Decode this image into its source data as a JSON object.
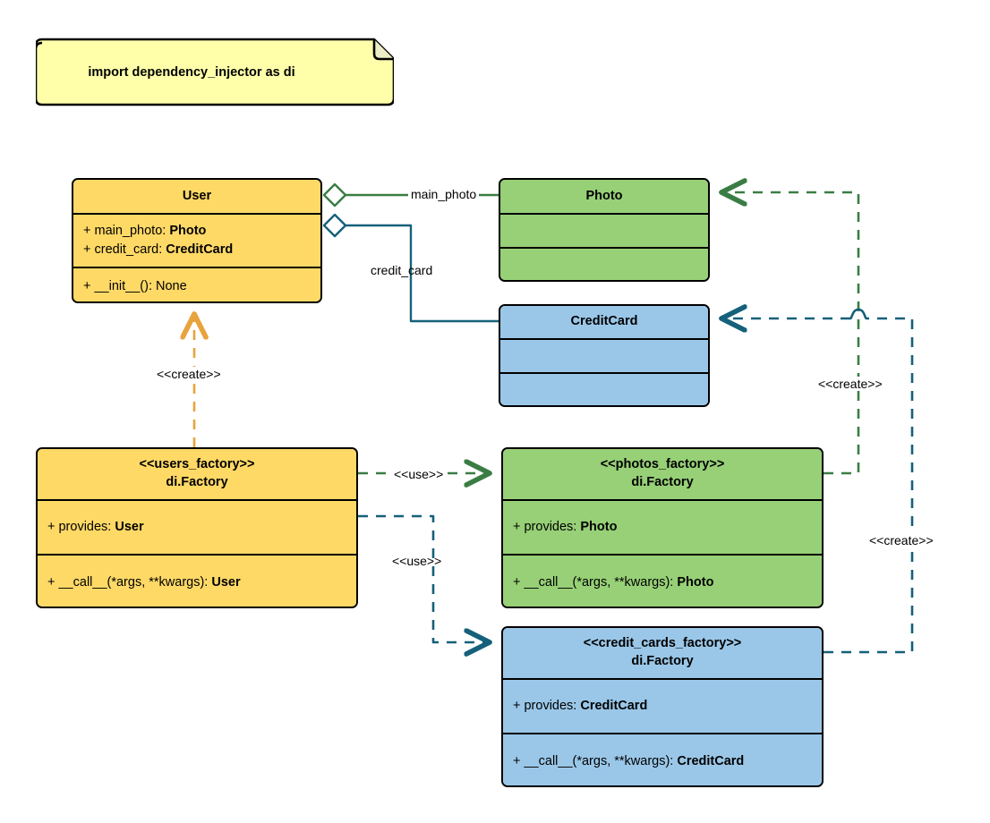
{
  "diagram": {
    "kind": "uml-class-diagram",
    "title": "dependency_injector factories UML class diagram",
    "colors": {
      "note_fill": "#FFFFAA",
      "orange_fill": "#FFD966",
      "green_fill": "#97D077",
      "blue_fill": "#9AC7E8",
      "stroke": "#000000",
      "green_edge": "#3A7D44",
      "blue_edge": "#15607A",
      "orange_edge": "#E8A33D"
    }
  },
  "note": {
    "text": "import dependency_injector as di"
  },
  "classes": {
    "user": {
      "name": "User",
      "attributes": [
        {
          "visibility": "+",
          "label": "+ main_photo: ",
          "type": "Photo"
        },
        {
          "visibility": "+",
          "label": "+ credit_card: ",
          "type": "CreditCard"
        }
      ],
      "methods": [
        {
          "label": "+ __init__(): None"
        }
      ]
    },
    "photo": {
      "name": "Photo",
      "attributes": [],
      "methods": []
    },
    "credit_card": {
      "name": "CreditCard",
      "attributes": [],
      "methods": []
    },
    "users_factory": {
      "stereotype": "<<users_factory>>",
      "name": "di.Factory",
      "attributes": [
        {
          "label": "+ provides: ",
          "type": "User"
        }
      ],
      "methods": [
        {
          "label": "+ __call__(*args, **kwargs): ",
          "type": "User"
        }
      ]
    },
    "photos_factory": {
      "stereotype": "<<photos_factory>>",
      "name": "di.Factory",
      "attributes": [
        {
          "label": "+ provides: ",
          "type": "Photo"
        }
      ],
      "methods": [
        {
          "label": "+ __call__(*args, **kwargs): ",
          "type": "Photo"
        }
      ]
    },
    "credit_cards_factory": {
      "stereotype": "<<credit_cards_factory>>",
      "name": "di.Factory",
      "attributes": [
        {
          "label": "+ provides: ",
          "type": "CreditCard"
        }
      ],
      "methods": [
        {
          "label": "+ __call__(*args, **kwargs): ",
          "type": "CreditCard"
        }
      ]
    }
  },
  "edges": [
    {
      "id": "user-photo",
      "type": "aggregation",
      "from": "User",
      "to": "Photo",
      "label": "main_photo",
      "color": "#3A7D44"
    },
    {
      "id": "user-creditcard",
      "type": "aggregation",
      "from": "User",
      "to": "CreditCard",
      "label": "credit_card",
      "color": "#15607A"
    },
    {
      "id": "usersfactory-user",
      "type": "create",
      "from": "users_factory",
      "to": "User",
      "label": "<<create>>",
      "color": "#E8A33D"
    },
    {
      "id": "usersfactory-photosfactory",
      "type": "use",
      "from": "users_factory",
      "to": "photos_factory",
      "label": "<<use>>",
      "color": "#3A7D44"
    },
    {
      "id": "usersfactory-ccfactory",
      "type": "use",
      "from": "users_factory",
      "to": "credit_cards_factory",
      "label": "<<use>>",
      "color": "#15607A"
    },
    {
      "id": "photosfactory-photo",
      "type": "create",
      "from": "photos_factory",
      "to": "Photo",
      "label": "<<create>>",
      "color": "#3A7D44"
    },
    {
      "id": "ccfactory-creditcard",
      "type": "create",
      "from": "credit_cards_factory",
      "to": "CreditCard",
      "label": "<<create>>",
      "color": "#15607A"
    }
  ]
}
